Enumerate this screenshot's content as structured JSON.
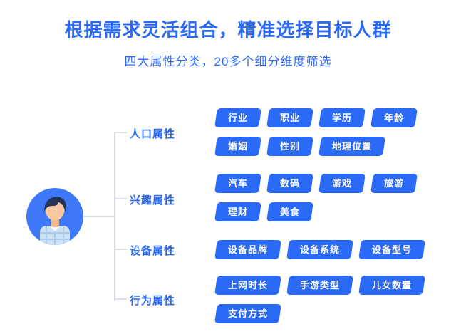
{
  "header": {
    "title": "根据需求灵活组合，精准选择目标人群",
    "subtitle": "四大属性分类，20多个细分维度筛选"
  },
  "colors": {
    "primary": "#2B6AF6",
    "tag_background": "#2B6AF6",
    "tag_text": "#FFFFFF",
    "connector_line": "#D9DEE7",
    "avatar_background": "#3E78F8"
  },
  "icons": {
    "avatar": "person-avatar-icon"
  },
  "categories": [
    {
      "label": "人口属性",
      "tags": [
        "行业",
        "职业",
        "学历",
        "年龄",
        "婚姻",
        "性别",
        "地理位置"
      ]
    },
    {
      "label": "兴趣属性",
      "tags": [
        "汽车",
        "数码",
        "游戏",
        "旅游",
        "理财",
        "美食"
      ]
    },
    {
      "label": "设备属性",
      "tags": [
        "设备品牌",
        "设备系统",
        "设备型号"
      ]
    },
    {
      "label": "行为属性",
      "tags": [
        "上网时长",
        "手游类型",
        "儿女数量",
        "支付方式"
      ]
    }
  ]
}
